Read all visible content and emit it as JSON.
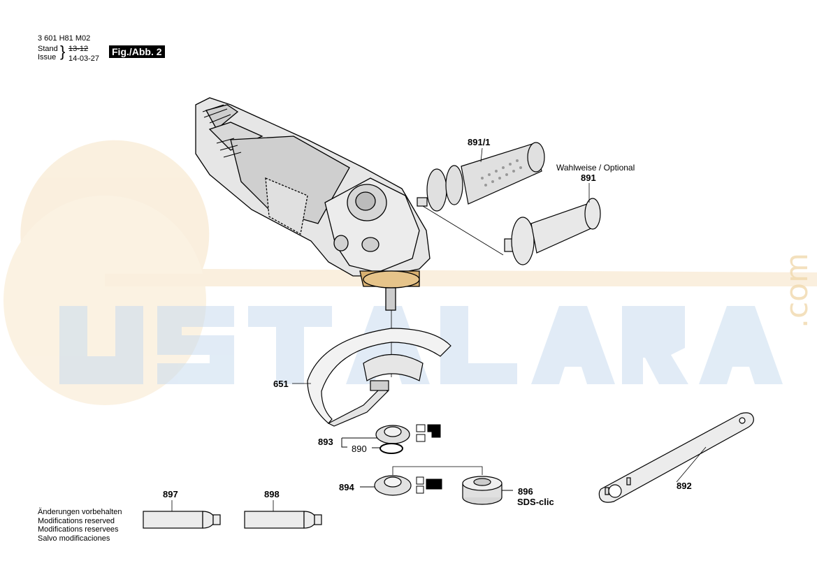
{
  "header": {
    "doc_number": "3 601 H81 M02",
    "stand_label": "Stand",
    "issue_label": "Issue",
    "old_date": "13-12",
    "new_date": "14-03-27",
    "figure_label": "Fig./Abb. 2"
  },
  "watermark": {
    "text": "USTALARA",
    "suffix": ".com"
  },
  "parts": {
    "p891_1": "891/1",
    "p891": "891",
    "optional_note": "Wahlweise / Optional",
    "p651": "651",
    "p893": "893",
    "p890": "890",
    "p894": "894",
    "p896": "896",
    "sds_label": "SDS-clic",
    "p892": "892",
    "p897": "897",
    "p898": "898"
  },
  "notes": [
    "Änderungen vorbehalten",
    "Modifications reserved",
    "Modifications reservees",
    "Salvo modificaciones"
  ]
}
